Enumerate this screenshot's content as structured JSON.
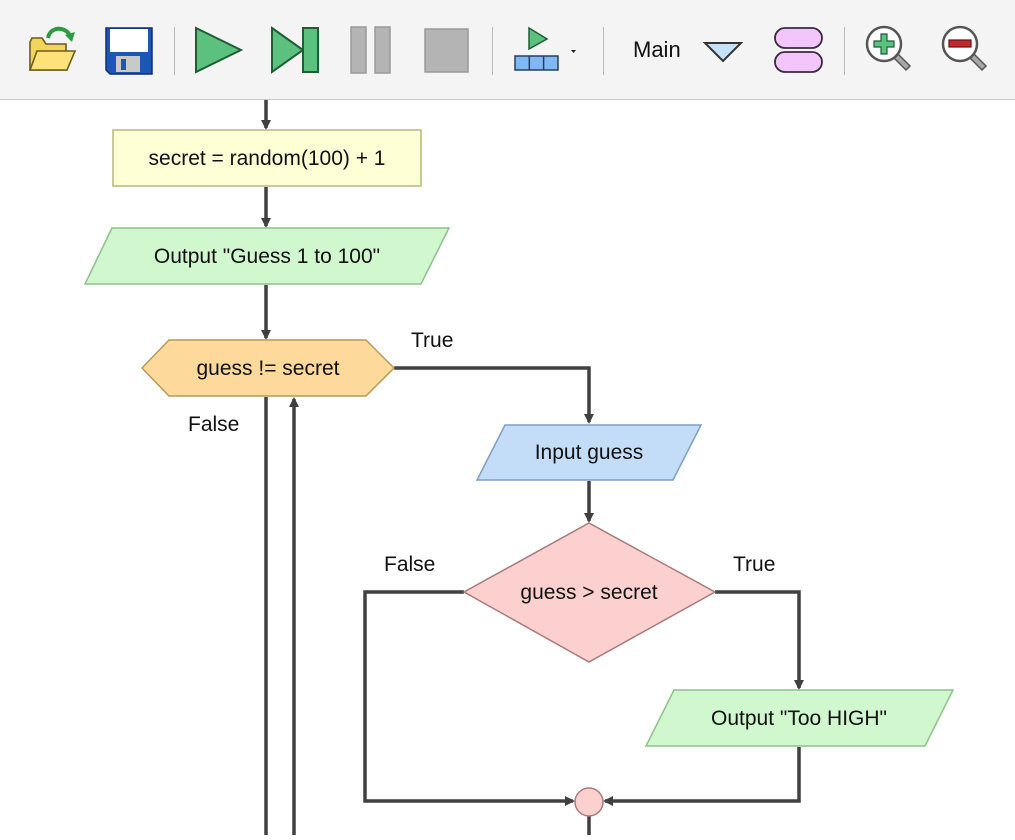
{
  "toolbar": {
    "buttons": [
      {
        "name": "open",
        "icon": "open-folder-icon"
      },
      {
        "name": "save",
        "icon": "floppy-disk-icon"
      },
      {
        "name": "run",
        "icon": "play-icon"
      },
      {
        "name": "step",
        "icon": "step-forward-icon"
      },
      {
        "name": "pause",
        "icon": "pause-icon",
        "enabled": false
      },
      {
        "name": "stop",
        "icon": "stop-icon",
        "enabled": false
      },
      {
        "name": "run-mode",
        "icon": "run-mode-icon"
      },
      {
        "name": "function-select",
        "icon": "dropdown-triangle-icon"
      },
      {
        "name": "add-function",
        "icon": "function-blocks-icon"
      },
      {
        "name": "zoom-in",
        "icon": "zoom-in-icon"
      },
      {
        "name": "zoom-out",
        "icon": "zoom-out-icon"
      }
    ],
    "function_selector": "Main"
  },
  "colors": {
    "process_fill": "#ffffd5",
    "io_output_fill": "#d1f7cf",
    "io_input_fill": "#c3ddf9",
    "loop_fill": "#fdd99b",
    "decision_fill": "#fdd0d0",
    "connector": "#404040"
  },
  "flowchart": {
    "nodes": [
      {
        "id": "assign",
        "type": "process",
        "text": "secret = random(100) + 1"
      },
      {
        "id": "output1",
        "type": "output",
        "text": "Output \"Guess 1 to 100\""
      },
      {
        "id": "loop",
        "type": "while-loop",
        "text": "guess != secret",
        "true_label": "True",
        "false_label": "False"
      },
      {
        "id": "input",
        "type": "input",
        "text": "Input guess"
      },
      {
        "id": "if",
        "type": "decision",
        "text": "guess > secret",
        "true_label": "True",
        "false_label": "False"
      },
      {
        "id": "output2",
        "type": "output",
        "text": "Output \"Too HIGH\""
      },
      {
        "id": "merge",
        "type": "junction",
        "text": ""
      }
    ]
  }
}
